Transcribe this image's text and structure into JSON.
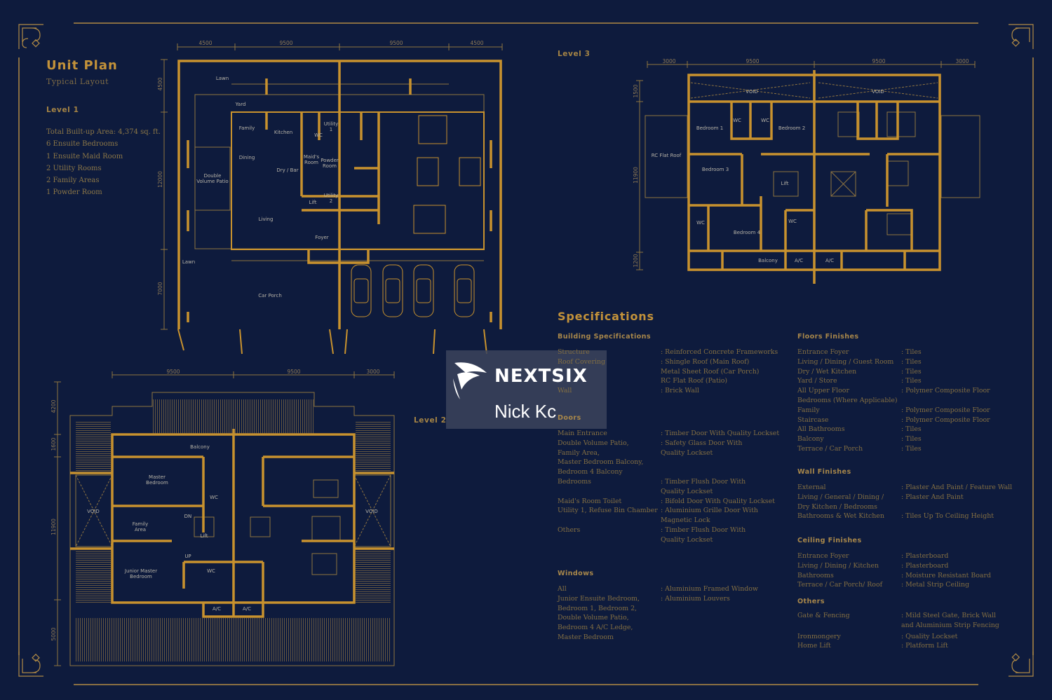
{
  "header": {
    "title": "Unit Plan",
    "subtitle": "Typical Layout",
    "level1_label": "Level 1",
    "facts": [
      "Total Built-up Area: 4,374 sq. ft.",
      "6 Ensuite Bedrooms",
      "1 Ensuite Maid Room",
      "2 Utility Rooms",
      "2 Family Areas",
      "1 Powder Room"
    ]
  },
  "level1": {
    "dims_top": [
      "4500",
      "9500",
      "9500",
      "4500"
    ],
    "dims_left": [
      "4500",
      "12000",
      "7000"
    ],
    "rooms": {
      "lawn_top": "Lawn",
      "yard": "Yard",
      "family": "Family",
      "kitchen": "Kitchen",
      "dining": "Dining",
      "dry_bar": "Dry / Bar",
      "maid": "Maid's",
      "maid2": "Room",
      "powder": "Powder",
      "powder2": "Room",
      "wc": "WC",
      "utility1": "Utility",
      "utility1n": "1",
      "utility2": "Utility",
      "utility2n": "2",
      "lift": "Lift",
      "patio1": "Double",
      "patio2": "Volume Patio",
      "living": "Living",
      "foyer": "Foyer",
      "lawn_side": "Lawn",
      "car_porch": "Car Porch"
    }
  },
  "level3": {
    "label": "Level 3",
    "dims_top": [
      "3000",
      "9500",
      "9500",
      "3000"
    ],
    "dims_left": [
      "1500",
      "11900",
      "1200"
    ],
    "rooms": {
      "void_l": "VOID",
      "void_r": "VOID",
      "bed1": "Bedroom 1",
      "bed2": "Bedroom 2",
      "bed3": "Bedroom 3",
      "bed4": "Bedroom 4",
      "wc1": "WC",
      "wc2": "WC",
      "wc3": "WC",
      "wc4": "WC",
      "lift": "Lift",
      "rc_roof": "RC Flat Roof",
      "balcony": "Balcony",
      "ac1": "A/C",
      "ac2": "A/C"
    }
  },
  "level2": {
    "label": "Level 2",
    "dims_top": [
      "9500",
      "9500",
      "3000"
    ],
    "dims_left": [
      "4200",
      "1600",
      "11900",
      "5000"
    ],
    "rooms": {
      "balcony": "Balcony",
      "master1": "Master",
      "master2": "Bedroom",
      "wc1": "WC",
      "wc2": "WC",
      "family1": "Family",
      "family2": "Area",
      "dn": "DN",
      "up": "UP",
      "lift": "Lift",
      "jm1": "Junior Master",
      "jm2": "Bedroom",
      "void_l": "VOID",
      "void_r": "VOID",
      "ac1": "A/C",
      "ac2": "A/C"
    }
  },
  "specs": {
    "title": "Specifications",
    "building": {
      "heading": "Building Specifications",
      "rows": [
        {
          "l": "Structure",
          "v": ": Reinforced Concrete Frameworks"
        },
        {
          "l": "Roof Covering",
          "v": ": Shingle Roof (Main Roof)\n  Metal Sheet Roof (Car Porch)\n  RC Flat Roof (Patio)"
        },
        {
          "l": "Wall",
          "v": ": Brick Wall"
        }
      ]
    },
    "doors": {
      "heading": "Doors",
      "rows": [
        {
          "l": "Main Entrance",
          "v": ": Timber Door With Quality Lockset"
        },
        {
          "l": "Double Volume Patio,\nFamily Area,\nMaster Bedroom Balcony,\nBedroom 4 Balcony",
          "v": ": Safety Glass Door With\n  Quality Lockset"
        },
        {
          "l": " ",
          "v": " "
        },
        {
          "l": "Bedrooms",
          "v": ": Timber Flush Door With\n  Quality Lockset"
        },
        {
          "l": "Maid's Room Toilet",
          "v": ": Bifold Door With Quality Lockset"
        },
        {
          "l": "Utility 1, Refuse Bin Chamber",
          "v": ": Aluminium Grille Door With\n  Magnetic Lock"
        },
        {
          "l": "Others",
          "v": ": Timber Flush Door With\n  Quality Lockset"
        }
      ]
    },
    "windows": {
      "heading": "Windows",
      "rows": [
        {
          "l": "All",
          "v": ": Aluminium Framed Window"
        },
        {
          "l": "Junior Ensuite Bedroom,\nBedroom 1, Bedroom 2,\nDouble Volume Patio,\nBedroom 4 A/C Ledge,\nMaster Bedroom",
          "v": ": Aluminium Louvers"
        }
      ]
    },
    "floors": {
      "heading": "Floors Finishes",
      "rows": [
        {
          "l": "Entrance Foyer",
          "v": ": Tiles"
        },
        {
          "l": "Living / Dining / Guest Room",
          "v": ": Tiles"
        },
        {
          "l": "Dry / Wet Kitchen",
          "v": ": Tiles"
        },
        {
          "l": "Yard / Store",
          "v": ": Tiles"
        },
        {
          "l": "All Upper Floor\nBedrooms (Where Applicable)",
          "v": ": Polymer Composite Floor"
        },
        {
          "l": "Family",
          "v": ": Polymer Composite Floor"
        },
        {
          "l": "Staircase",
          "v": ": Polymer Composite Floor"
        },
        {
          "l": "All Bathrooms",
          "v": ": Tiles"
        },
        {
          "l": "Balcony",
          "v": ": Tiles"
        },
        {
          "l": "Terrace / Car Porch",
          "v": ": Tiles"
        }
      ]
    },
    "walls": {
      "heading": "Wall Finishes",
      "rows": [
        {
          "l": "External",
          "v": ": Plaster And Paint / Feature Wall"
        },
        {
          "l": "Living / General / Dining /\nDry Kitchen / Bedrooms",
          "v": ": Plaster And Paint"
        },
        {
          "l": "Bathrooms & Wet Kitchen",
          "v": ": Tiles Up To Ceiling Height"
        }
      ]
    },
    "ceiling": {
      "heading": "Ceiling Finishes",
      "rows": [
        {
          "l": "Entrance Foyer",
          "v": ": Plasterboard"
        },
        {
          "l": "Living / Dining / Kitchen",
          "v": ": Plasterboard"
        },
        {
          "l": "Bathrooms",
          "v": ": Moisture Resistant Board"
        },
        {
          "l": "Terrace / Car Porch/ Roof",
          "v": ": Metal Strip Ceiling"
        }
      ]
    },
    "others": {
      "heading": "Others",
      "rows": [
        {
          "l": "Gate & Fencing",
          "v": ": Mild Steel Gate, Brick Wall\n  and Aluminium Strip Fencing"
        },
        {
          "l": "Ironmongery",
          "v": ": Quality Lockset"
        },
        {
          "l": "Home Lift",
          "v": ": Platform Lift"
        }
      ]
    }
  },
  "overlay": {
    "brand": "NEXTSIX",
    "user": "Nick Kc"
  },
  "colors": {
    "background": "#0e1b3d",
    "gold": "#c8922e",
    "text": "#8c7747"
  }
}
